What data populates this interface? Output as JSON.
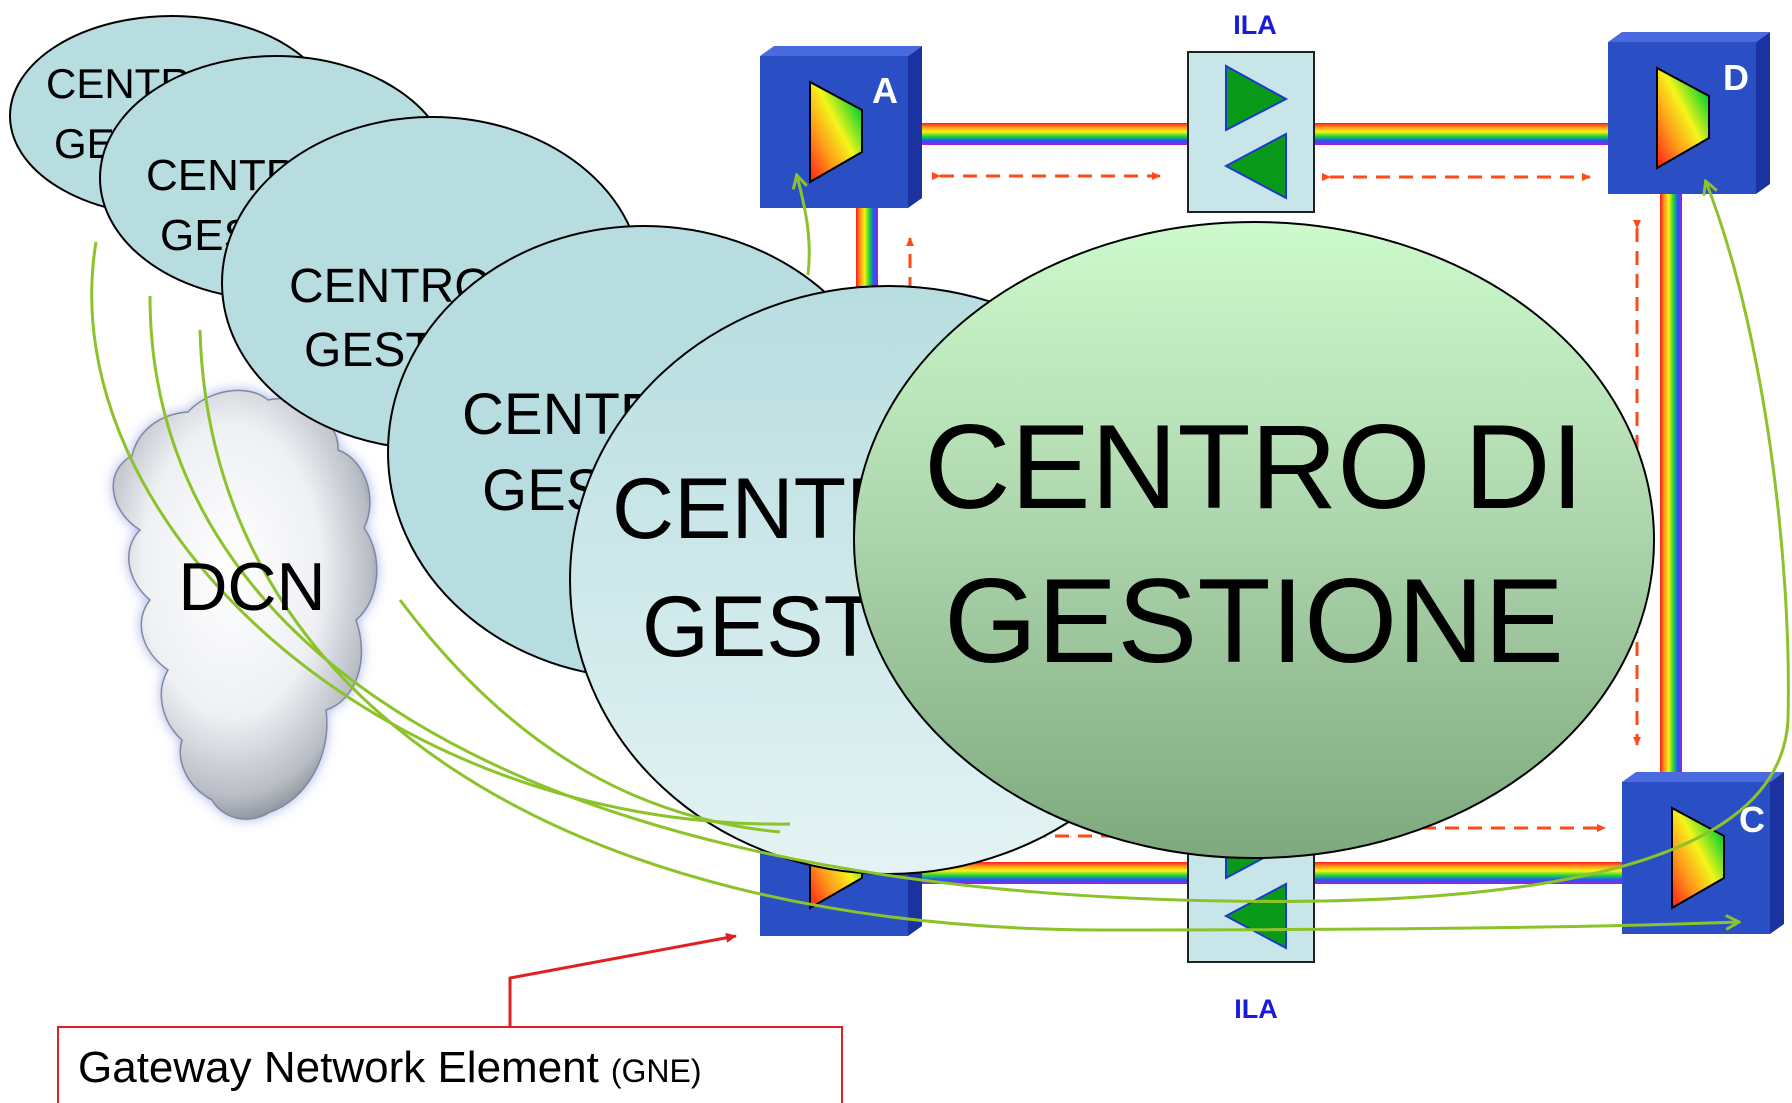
{
  "nodes": {
    "a": {
      "label": "A"
    },
    "d": {
      "label": "D"
    },
    "c": {
      "label": "C"
    },
    "gne": {
      "label": ""
    }
  },
  "ila_top": {
    "label": "ILA"
  },
  "ila_bottom": {
    "label": "ILA"
  },
  "cloud": {
    "label": "DCN"
  },
  "centers": {
    "c1": {
      "line1": "CENTRO DI",
      "line2": "GESTIONE"
    },
    "c2": {
      "line1": "CENTRO DI",
      "line2": "GESTIONE"
    },
    "c3": {
      "line1": "CENTRO DI",
      "line2": "GESTIONE"
    },
    "c4": {
      "line1": "CENTRO DI",
      "line2": "GESTIONE"
    },
    "c5": {
      "line1": "CENTRO DI",
      "line2": "GESTIONE"
    },
    "main": {
      "line1": "CENTRO DI",
      "line2": "GESTIONE"
    }
  },
  "callout": {
    "main": "Gateway Network Element",
    "abbr": "(GNE)"
  },
  "colors": {
    "node_blue": "#2a4fc4",
    "ila_fill": "#c8e6ea",
    "ila_triangle": "#0a9a1a",
    "ellipse_fill": "#b8dde0",
    "main_ellipse_top": "#ccfacc",
    "main_ellipse_bottom": "#7ea87e",
    "link_green": "#8cc22a",
    "dashed_red": "#ff4a1a",
    "label_blue": "#1a1adc",
    "callout_red": "#e02020"
  }
}
